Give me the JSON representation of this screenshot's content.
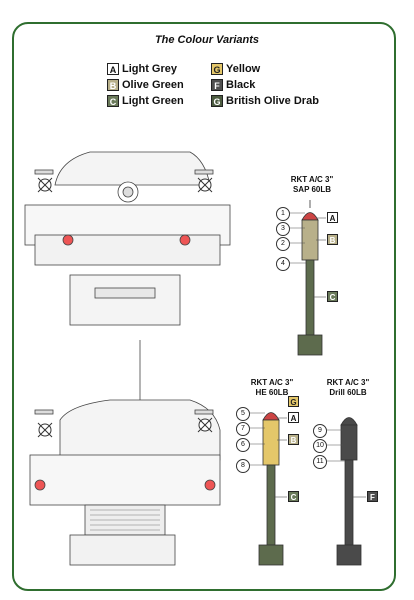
{
  "title": "The Colour Variants",
  "legend": [
    {
      "code": "A",
      "label": "Light Grey",
      "color": "#ffffff"
    },
    {
      "code": "B",
      "label": "Olive Green",
      "color": "#b8b08a"
    },
    {
      "code": "C",
      "label": "Light Green",
      "color": "#6a7a5a"
    },
    {
      "code": "G",
      "label": "Yellow",
      "color": "#e4c76a"
    },
    {
      "code": "F",
      "label": "Black",
      "color": "#505050"
    },
    {
      "code": "G",
      "label": "British Olive Drab",
      "color": "#4c5c40"
    }
  ],
  "rockets": [
    {
      "label_line1": "RKT A/C 3\"",
      "label_line2": "SAP 60LB",
      "numbers": [
        "1",
        "3",
        "2",
        "4"
      ],
      "badges": [
        "A",
        "B",
        "C"
      ]
    },
    {
      "label_line1": "RKT A/C 3\"",
      "label_line2": "HE 60LB",
      "numbers": [
        "5",
        "7",
        "6",
        "8"
      ],
      "badges": [
        "G",
        "A",
        "B",
        "C"
      ]
    },
    {
      "label_line1": "RKT A/C 3\"",
      "label_line2": "Drill 60LB",
      "numbers": [
        "9",
        "10",
        "11"
      ],
      "badges": [
        "F"
      ]
    }
  ],
  "colors": {
    "frame": "#2f6e2f",
    "olive": "#5d6b4d",
    "black": "#4a4a4a"
  }
}
